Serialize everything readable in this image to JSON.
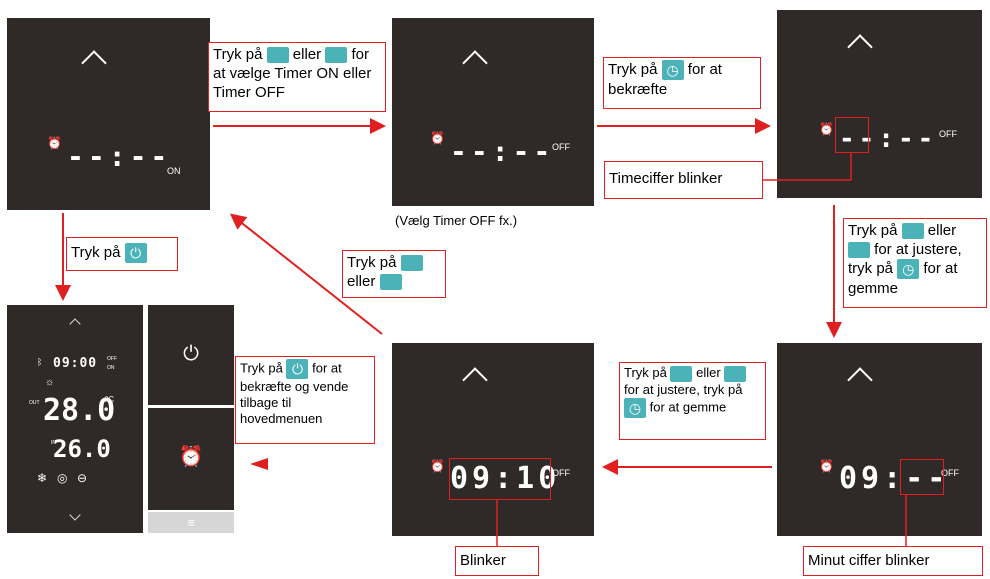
{
  "panel1": {
    "time": "--:--",
    "mode": "ON"
  },
  "panel2": {
    "time": "--:--",
    "mode": "OFF",
    "caption": "(Vælg Timer OFF fx.)"
  },
  "panel3": {
    "time": "--:--",
    "mode": "OFF"
  },
  "panel4": {
    "time": "09:10",
    "mode": "OFF"
  },
  "panel5": {
    "time": "09:--",
    "mode": "OFF"
  },
  "controller": {
    "clock": "09:00",
    "off_label": "OFF",
    "on_label": "ON",
    "temp_out_label": "OUT",
    "temp_out": "28.0",
    "unit": "°C",
    "temp_in_label": "IN",
    "temp_in": "26.0",
    "menu_icon": "≡"
  },
  "labels": {
    "step1_a": "Tryk på",
    "step1_b": "eller",
    "step1_c": "for at vælge Timer ON eller Timer OFF",
    "step2_a": "Tryk på",
    "step2_b": "for at bekræfte",
    "hour_blink": "Timeciffer blinker",
    "step3_a": "Tryk på",
    "step3_b": "eller",
    "step3_c": "for at justere, tryk på",
    "step3_d": "for at gemme",
    "minute_blink": "Minut ciffer blinker",
    "step4_a": "Tryk på",
    "step4_b": "eller",
    "step4_c": "for at justere, tryk på",
    "step4_d": "for at gemme",
    "blinker": "Blinker",
    "step5_a": "Tryk på",
    "step5_b": "for at bekræfte og vende tilbage til hovedmenuen",
    "back_a": "Tryk på",
    "back_b": "eller",
    "power_a": "Tryk på"
  },
  "colors": {
    "panel": "#2f2a28",
    "accent": "#e02020",
    "key": "#4bb3b8"
  }
}
